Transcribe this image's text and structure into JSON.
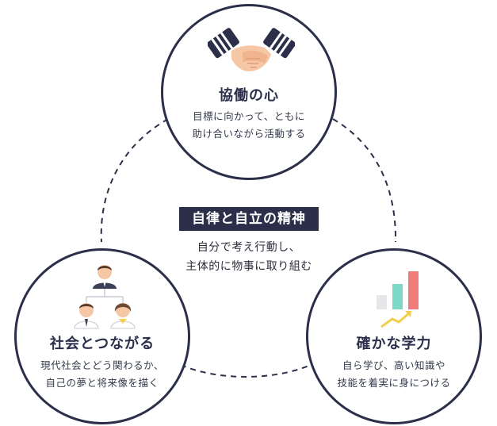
{
  "center": {
    "title": "自律と自立の精神",
    "desc": [
      "自分で考え行動し、",
      "主体的に物事に取り組む"
    ]
  },
  "nodes": [
    {
      "id": "top",
      "title": "協働の心",
      "desc": [
        "目標に向かって、ともに",
        "助け合いながら活動する"
      ],
      "icon": "handshake-icon"
    },
    {
      "id": "left",
      "title": "社会とつながる",
      "desc": [
        "現代社会とどう関わるか、",
        "自己の夢と将来像を描く"
      ],
      "icon": "people-network-icon"
    },
    {
      "id": "right",
      "title": "確かな学力",
      "desc": [
        "自ら学び、高い知識や",
        "技能を着実に身につける"
      ],
      "icon": "growth-chart-icon"
    }
  ],
  "colors": {
    "navy": "#2b2f4a",
    "skin": "#f5c7a4",
    "teal": "#7dd8c8",
    "coral": "#f07c7c",
    "arrow": "#f2cf4a"
  }
}
